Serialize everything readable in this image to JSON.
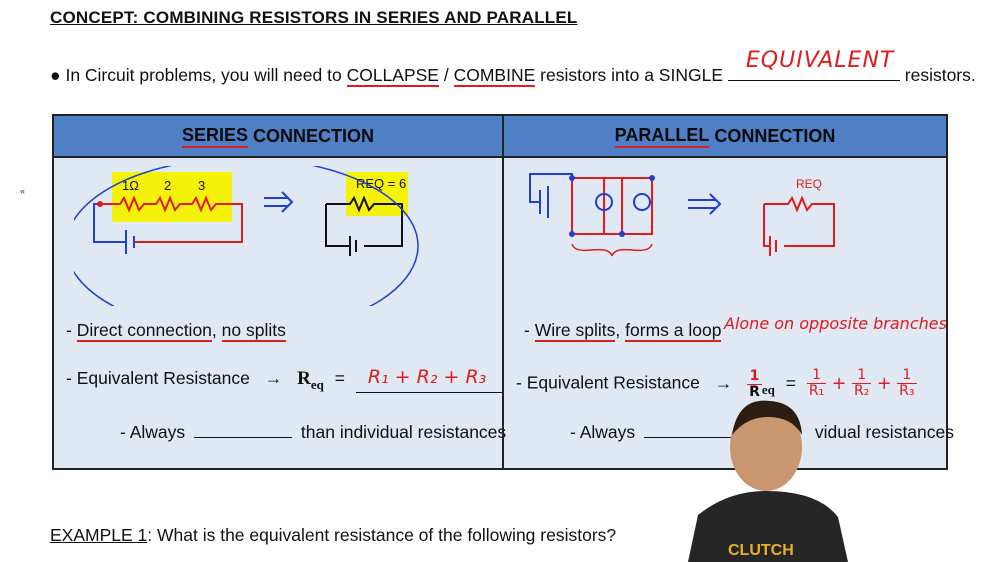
{
  "title": "CONCEPT: COMBINING RESISTORS IN SERIES AND PARALLEL",
  "intro": {
    "bullet": "●",
    "pre": "In Circuit problems, you will need to",
    "collapse": "COLLAPSE",
    "slash": "/",
    "combine": "COMBINE",
    "mid": "resistors into a SINGLE",
    "handwritten_answer": "EQUIVALENT",
    "post": "resistors."
  },
  "series": {
    "heading_key": "SERIES",
    "heading_rest": "CONNECTION",
    "diagram_labels": [
      "1Ω",
      "2",
      "3"
    ],
    "req_label": "REQ = 6",
    "point1_dash": "-",
    "point1_a": "Direct connection",
    "point1_sep": ",",
    "point1_b": "no splits",
    "point2": "- Equivalent Resistance",
    "arrow": "→",
    "req_main": "R",
    "req_sub": "eq",
    "equals": "=",
    "req_answer": "R₁ + R₂ + R₃",
    "point3_pre": "- Always",
    "point3_post": "than individual resistances"
  },
  "parallel": {
    "heading_key": "PARALLEL",
    "heading_rest": "CONNECTION",
    "req_label": "REQ",
    "point1_dash": "-",
    "point1_a": "Wire splits",
    "point1_sep": ",",
    "point1_b": "forms a loop",
    "point1_note": "Alone on opposite branches",
    "point2": "- Equivalent Resistance",
    "arrow": "→",
    "req_main": "R",
    "req_sub": "eq",
    "equals": "=",
    "frac_num": "1",
    "frac_dens": [
      "R₁",
      "R₂",
      "R₃"
    ],
    "point3_pre": "- Always",
    "point3_post": "vidual resistances"
  },
  "example": {
    "label": "EXAMPLE 1",
    "text": ": What is the equivalent resistance of the following resistors?"
  },
  "logo_text": "CLUTCH",
  "side_mark": "«",
  "colors": {
    "header": "#4f7fc4",
    "cell": "#dfe8f3",
    "ink": "#e01b1b",
    "pen": "#1f3fd6",
    "highlight": "#f4f20a"
  }
}
